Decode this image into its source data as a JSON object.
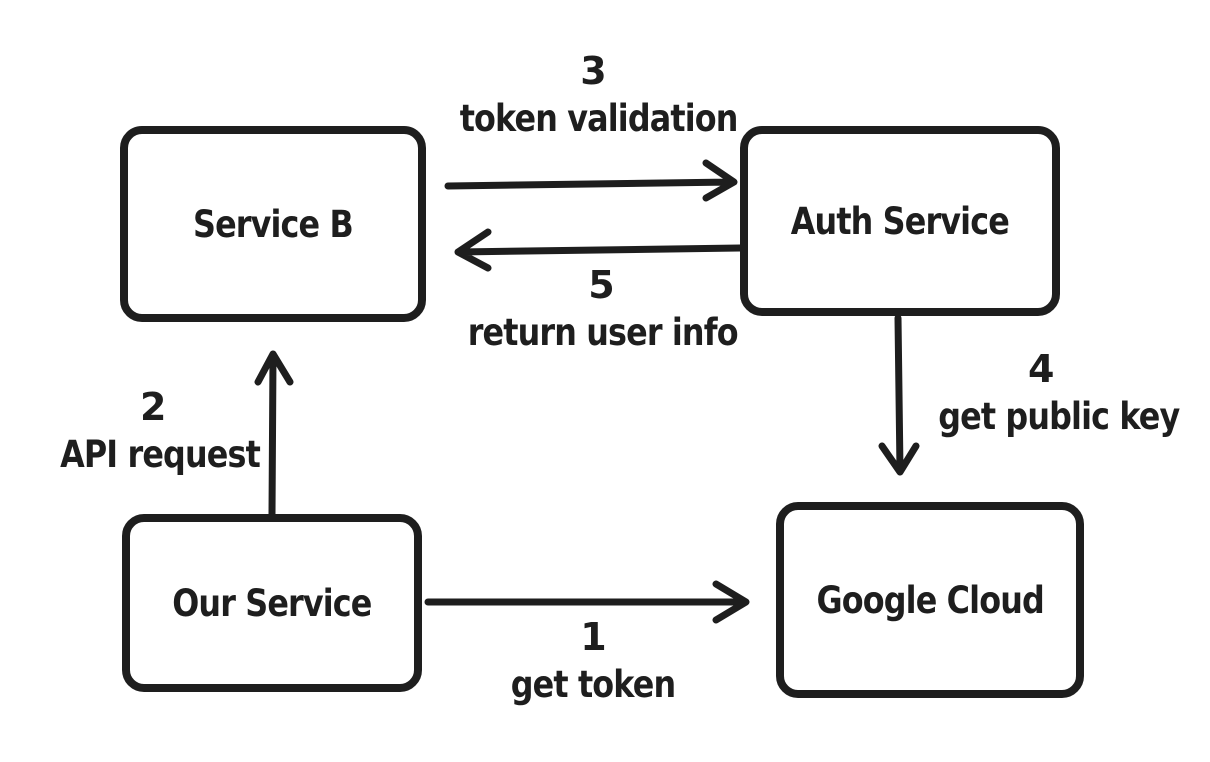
{
  "nodes": {
    "service_b": "Service B",
    "auth_service": "Auth Service",
    "our_service": "Our Service",
    "google_cloud": "Google Cloud"
  },
  "edges": {
    "get_token": {
      "step": "1",
      "label": "get token"
    },
    "api_request": {
      "step": "2",
      "label": "API request"
    },
    "token_validation": {
      "step": "3",
      "label": "token validation"
    },
    "get_public_key": {
      "step": "4",
      "label": "get public key"
    },
    "return_user_info": {
      "step": "5",
      "label": "return user info"
    }
  },
  "colors": {
    "stroke": "#1e1e1e",
    "background": "#ffffff"
  }
}
